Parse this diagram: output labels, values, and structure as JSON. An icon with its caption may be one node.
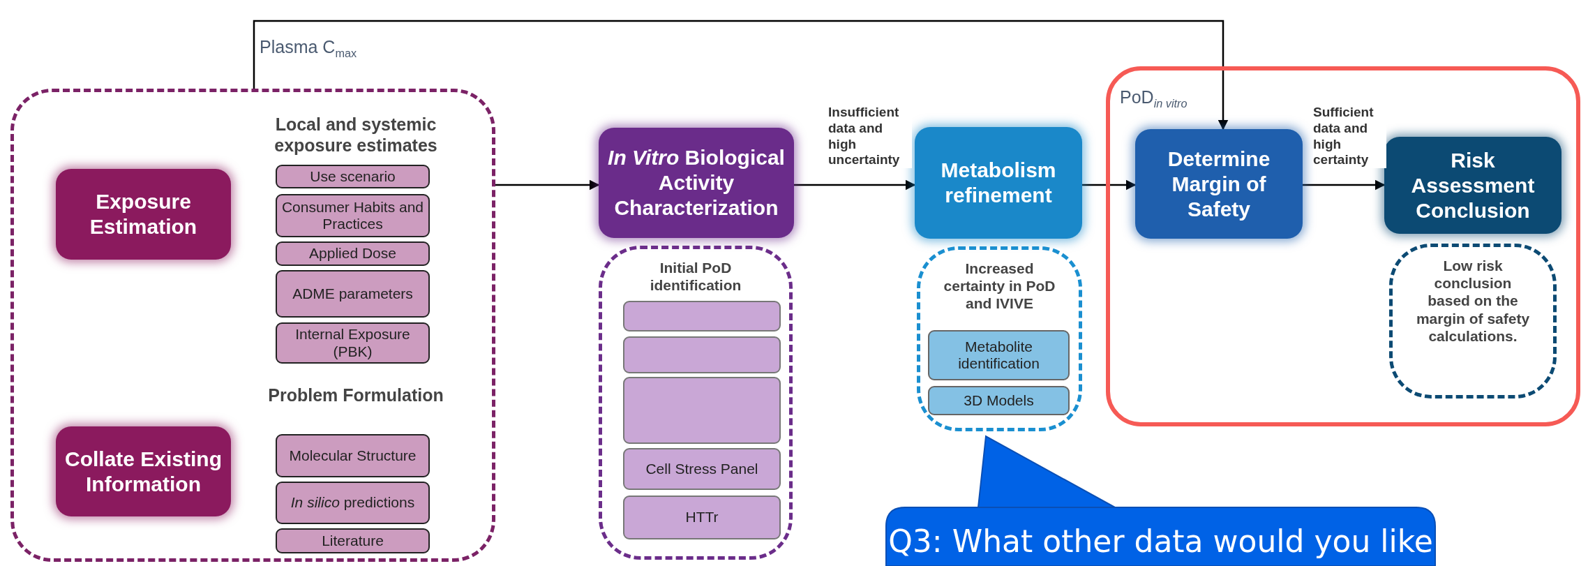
{
  "diagram": {
    "nodes": [
      {
        "text": [],
        "shape": "box"
      },
      {
        "text": [
          "Exposure Estimation"
        ],
        "in": 0
      },
      {
        "text": [
          "Use scenario"
        ],
        "in": 0
      },
      {
        "text": [
          "Consumer Habits and Practices"
        ],
        "in": 0
      },
      {
        "text": [
          "Applied Dose"
        ],
        "in": 0
      },
      {
        "text": [
          "ADME parameters"
        ],
        "in": 0
      },
      {
        "text": [
          "Internal Exposure (PBK)"
        ],
        "in": 0
      },
      {
        "text": [
          "Collate Existing Information"
        ],
        "in": 0
      },
      {
        "text": [
          "Molecular Structure"
        ],
        "in": 0
      },
      {
        "text": [
          "*In silico* predictions"
        ],
        "in": 0
      },
      {
        "text": [
          "Literature"
        ],
        "in": 0
      },
      {
        "text": [
          "*In Vitro* Biological Activity Characterization"
        ]
      },
      {
        "text": [
          "Initial PoD identification"
        ]
      },
      {
        "text": [],
        "shape": "box",
        "in": 12
      },
      {
        "text": [],
        "shape": "box",
        "in": 12
      },
      {
        "text": [],
        "shape": "box",
        "in": 12
      },
      {
        "text": [
          "Cell Stress Panel"
        ],
        "in": 12
      },
      {
        "text": [
          "HTTr"
        ],
        "in": 12
      },
      {
        "text": [
          "Metabolism refinement"
        ]
      },
      {
        "text": [
          "Increased certainty in PoD and IVIVE"
        ]
      },
      {
        "text": [
          "Metabolite identification"
        ],
        "in": 19
      },
      {
        "text": [
          "3D Models"
        ],
        "in": 19
      },
      {
        "text": [],
        "shape": "box"
      },
      {
        "text": [
          "Determine Margin of Safety"
        ],
        "in": 22,
        "beside": [
          "PoD$_{in vitro}$"
        ]
      },
      {
        "text": [
          "Risk Assessment Conclusion"
        ],
        "in": 22
      },
      {
        "text": [
          "Low risk conclusion based on the margin of safety calculations."
        ],
        "in": 22
      },
      {
        "text": [
          "Q3: What other data would you like"
        ]
      }
    ],
    "edges": [
      {
        "from": 0,
        "to": 11,
        "arrow": "to"
      },
      {
        "from": 11,
        "to": 18,
        "arrow": "to",
        "label": "Insufficient data and high uncertainty"
      },
      {
        "from": 18,
        "to": 23,
        "arrow": "to"
      },
      {
        "from": 23,
        "to": 24,
        "arrow": "to",
        "label": "Sufficient data and high certainty"
      },
      {
        "from": 0,
        "to": 23,
        "arrow": "to",
        "label": "Plasma C$_{max}$"
      }
    ],
    "labels": [
      "Local and systemic exposure estimates",
      "Problem Formulation"
    ]
  }
}
